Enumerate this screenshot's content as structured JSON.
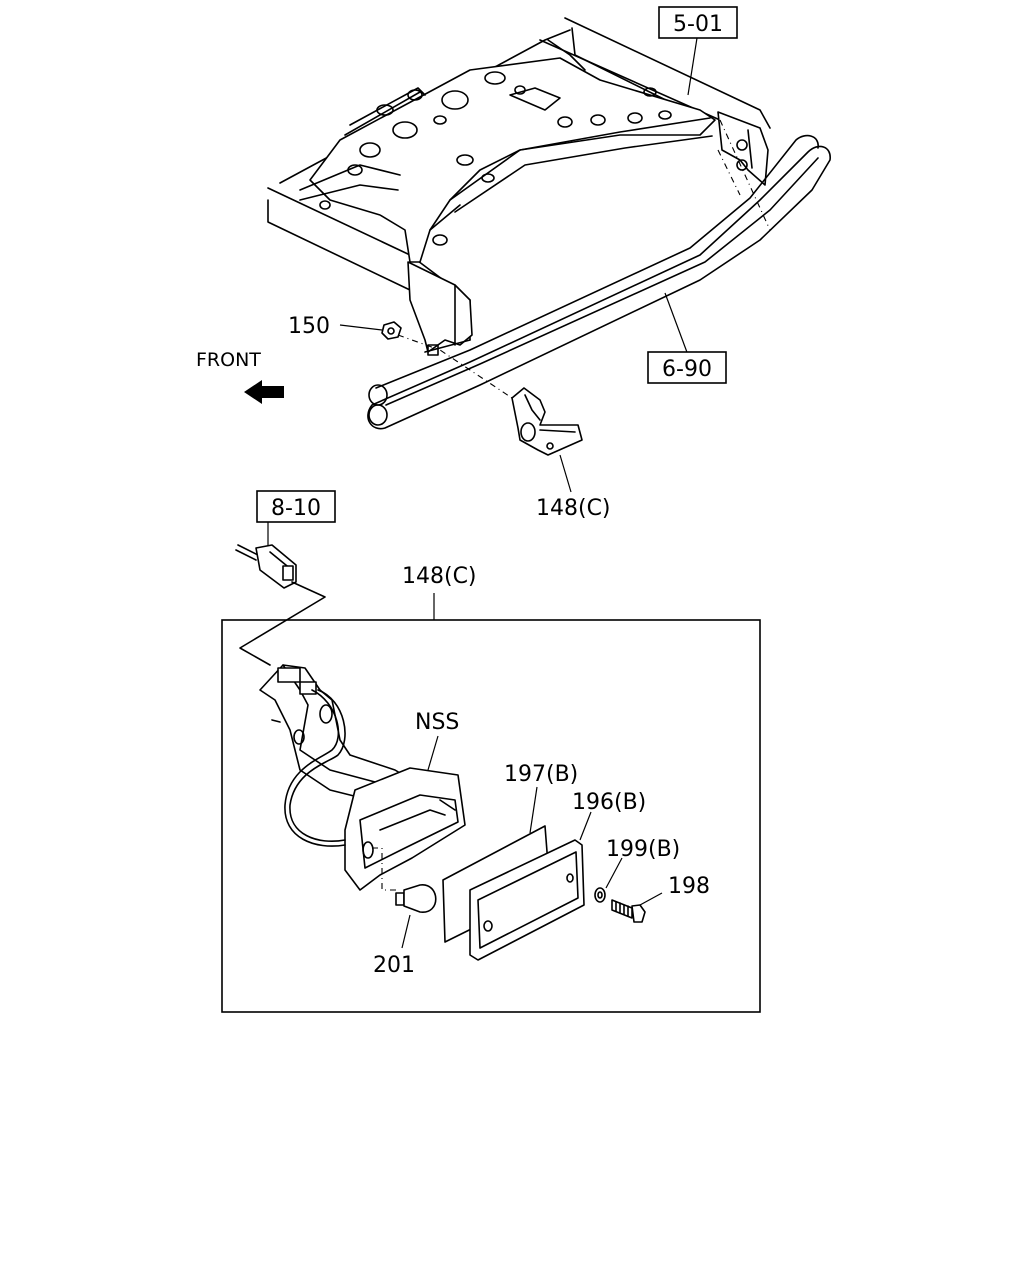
{
  "labels": {
    "ref_5_01": "5-01",
    "ref_6_90": "6-90",
    "ref_8_10": "8-10",
    "part_150": "150",
    "part_148c_top": "148(C)",
    "part_148c_detail": "148(C)",
    "nss": "NSS",
    "part_197b": "197(B)",
    "part_196b": "196(B)",
    "part_199b": "199(B)",
    "part_198": "198",
    "part_201": "201",
    "front": "FRONT"
  },
  "icons": {
    "front_arrow": "front-arrow-icon"
  }
}
